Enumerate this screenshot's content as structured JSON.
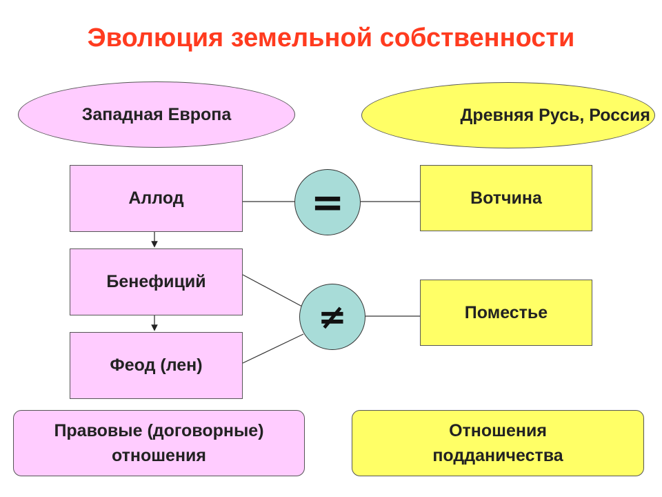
{
  "title": "Эволюция земельной собственности",
  "west": {
    "heading": "Западная Европа",
    "stages": [
      "Аллод",
      "Бенефиций",
      "Феод (лен)"
    ],
    "relations_line1": "Правовые (договорные)",
    "relations_line2": "отношения"
  },
  "rus": {
    "heading": "Древняя Русь, Россия",
    "forms": [
      "Вотчина",
      "Поместье"
    ],
    "relations_line1": "Отношения",
    "relations_line2": "подданичества"
  },
  "symbols": {
    "equal": "=",
    "not_equal": "≠"
  },
  "colors": {
    "title": "#ff3b1f",
    "west_fill": "#ffccff",
    "rus_fill": "#ffff66",
    "circle_fill": "#a8dcd8"
  }
}
